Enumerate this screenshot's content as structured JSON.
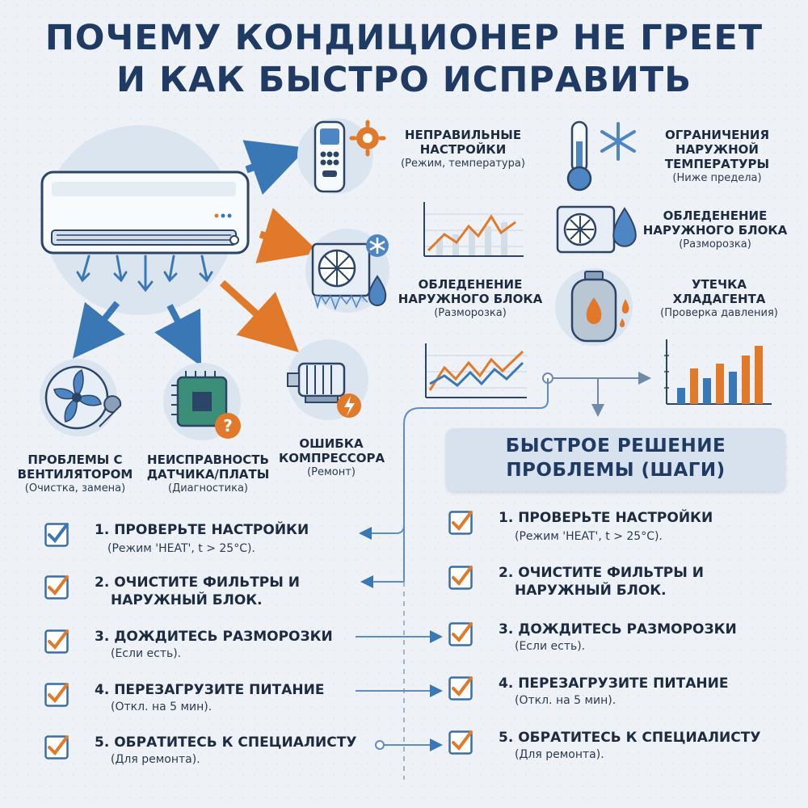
{
  "title": {
    "line1": "ПОЧЕМУ КОНДИЦИОНЕР НЕ ГРЕЕТ",
    "line2": "И КАК БЫСТРО ИСПРАВИТЬ"
  },
  "causes": {
    "settings": {
      "heading_l1": "Неправильные",
      "heading_l2": "настройки",
      "sub": "(Режим, температура)",
      "icon": "remote-control-gear-icon"
    },
    "outdoor_limit": {
      "heading_l1": "Ограничения",
      "heading_l2": "наружной",
      "heading_l3": "температуры",
      "sub": "(Ниже предела)",
      "icon": "thermometer-snowflake-icon"
    },
    "icing_right": {
      "heading_l1": "Обледенение",
      "heading_l2": "наружного блока",
      "sub": "(Разморозка)",
      "icon": "outdoor-unit-drop-icon"
    },
    "icing_center": {
      "heading_l1": "Обледенение",
      "heading_l2": "наружного блока",
      "sub": "(Разморозка)",
      "icon": "frozen-outdoor-unit-icon"
    },
    "refrigerant_leak": {
      "heading_l1": "Утечка",
      "heading_l2": "хладагента",
      "sub": "(Проверка давления)",
      "icon": "refrigerant-cylinder-icon"
    },
    "compressor": {
      "heading_l1": "Ошибка",
      "heading_l2": "компрессора",
      "sub": "(Ремонт)",
      "icon": "compressor-motor-icon"
    },
    "fan": {
      "heading_l1": "Проблемы с",
      "heading_l2": "вентилятором",
      "sub": "(Очистка, замена)",
      "icon": "fan-wrench-icon"
    },
    "sensor": {
      "heading_l1": "Неисправность",
      "heading_l2": "датчика/платы",
      "sub": "(Диагностика)",
      "icon": "chip-question-icon"
    }
  },
  "banner": {
    "line1": "БЫСТРОЕ РЕШЕНИЕ",
    "line2": "ПРОБЛЕМЫ (ШАГИ)"
  },
  "steps": [
    {
      "head": "1.  ПРОВЕРЬТЕ НАСТРОЙКИ",
      "sub": "(Режим 'HEAT', t > 25°C)."
    },
    {
      "head": "2. ОЧИСТИТЕ ФИЛЬТРЫ И",
      "head2": "НАРУЖНЫЙ БЛОК.",
      "sub": ""
    },
    {
      "head": "3. ДОЖДИТЕСЬ РАЗМОРОЗКИ",
      "sub": "(Если есть)."
    },
    {
      "head": "4. ПЕРЕЗАГРУЗИТЕ ПИТАНИЕ",
      "sub": "(Откл. на 5 мин)."
    },
    {
      "head": "5. ОБРАТИТЕСЬ К СПЕЦИАЛИСТУ",
      "sub": "(Для ремонта)."
    }
  ],
  "steps_right": [
    {
      "head": "1. ПРОВЕРЬТЕ НАСТРОЙКИ",
      "sub": "(Режим 'HEAT', t > 25°C)."
    },
    {
      "head": "2. ОЧИСТИТЕ ФИЛЬТРЫ И",
      "head2": "НАРУЖНЫЙ БЛОК.",
      "sub": ""
    },
    {
      "head": "3. ДОЖДИТЕСЬ РАЗМОРОЗКИ",
      "sub": "(Если есть)."
    },
    {
      "head": "4. ПЕРЕЗАГРУЗИТЕ ПИТАНИЕ",
      "sub": "(Откл. на 5 мин)."
    },
    {
      "head": "5. ОБРАТИТЕСЬ К СПЕЦИАЛИСТУ",
      "sub": "(Для ремонта)."
    }
  ],
  "colors": {
    "navy": "#1f3a63",
    "blue_arrow": "#3a78b5",
    "orange": "#e07a2a",
    "checkbox": "#3a6ea5"
  }
}
